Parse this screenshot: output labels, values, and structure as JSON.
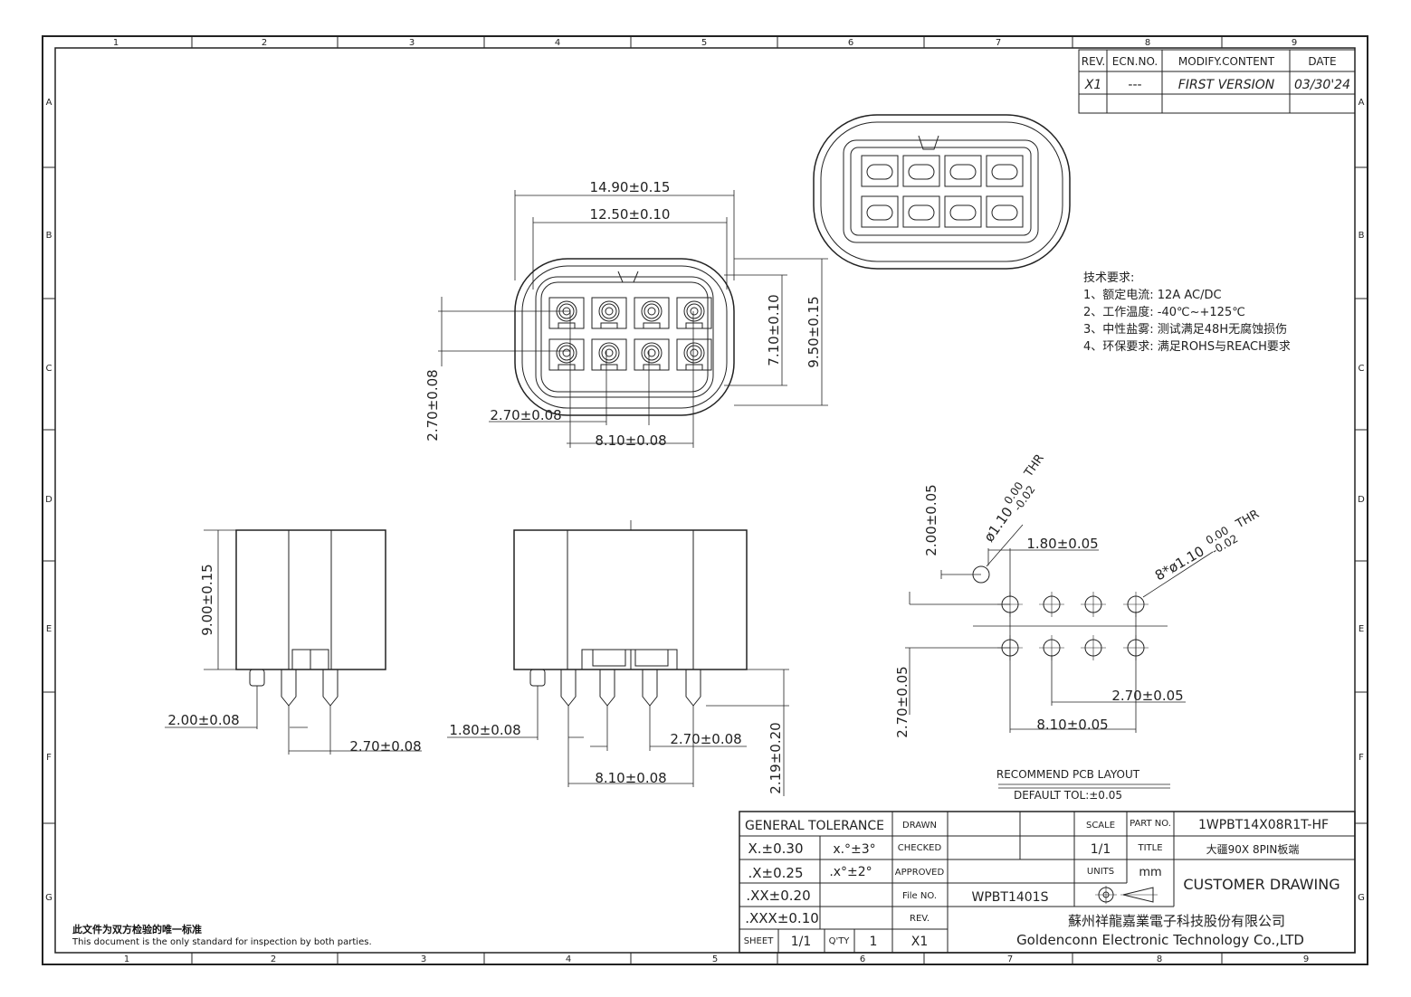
{
  "grid": {
    "cols_top": [
      "1",
      "2",
      "3",
      "4",
      "5",
      "6",
      "7",
      "8",
      "9"
    ],
    "cols_bottom": [
      "1",
      "2",
      "3",
      "4",
      "5",
      "6",
      "7",
      "8",
      "9"
    ],
    "rows": [
      "A",
      "B",
      "C",
      "D",
      "E",
      "F",
      "G"
    ]
  },
  "revision_table": {
    "headers": [
      "REV.",
      "ECN.NO.",
      "MODIFY.CONTENT",
      "DATE"
    ],
    "row": [
      "X1",
      "---",
      "FIRST VERSION",
      "03/30'24"
    ]
  },
  "front_view": {
    "overall_width": "14.90±0.15",
    "inner_width": "12.50±0.10",
    "inner_height": "7.10±0.10",
    "overall_height": "9.50±0.15",
    "pitch_h": "2.70±0.08",
    "span": "8.10±0.08",
    "pitch_v": "2.70±0.08"
  },
  "tech_notes": {
    "title": "技术要求:",
    "items": [
      "1、额定电流: 12A AC/DC",
      "2、工作温度: -40℃~+125℃",
      "3、中性盐雾: 测试满足48H无腐蚀损伤",
      "4、环保要求: 满足ROHS与REACH要求"
    ]
  },
  "side_view": {
    "height": "9.00±0.15",
    "pin_offset": "2.00±0.08",
    "pitch": "2.70±0.08"
  },
  "rear_view": {
    "offset": "1.80±0.08",
    "pitch": "2.70±0.08",
    "span": "8.10±0.08",
    "pin_length": "2.19±0.20"
  },
  "pcb_layout": {
    "hole_single": "ø1.10_{-0.02}^{0.00} THR",
    "hole_single_line1": "ø1.10",
    "hole_single_tol": "0.00",
    "hole_single_tol2": "-0.02",
    "hole_single_suffix": "THR",
    "hole_multi_line1": "8*ø1.10",
    "hole_multi_tol": "0.00",
    "hole_multi_tol2": "-0.02",
    "hole_multi_suffix": "THR",
    "dim_v1": "2.00±0.05",
    "dim_h1": "1.80±0.05",
    "dim_v2": "2.70±0.05",
    "dim_pitch": "2.70±0.05",
    "dim_span": "8.10±0.05",
    "title": "RECOMMEND PCB LAYOUT",
    "tol": "DEFAULT TOL:±0.05"
  },
  "title_block": {
    "general_tolerance": "GENERAL TOLERANCE",
    "tol_rows": [
      [
        "X.±0.30",
        "x.°±3°"
      ],
      [
        ".X±0.25",
        ".x°±2°"
      ],
      [
        ".XX±0.20",
        ""
      ],
      [
        ".XXX±0.10",
        ""
      ]
    ],
    "drawn": "DRAWN",
    "checked": "CHECKED",
    "approved": "APPROVED",
    "file_no_label": "File NO.",
    "file_no": "WPBT1401S",
    "rev_label": "REV.",
    "rev": "X1",
    "sheet_label": "SHEET",
    "sheet": "1/1",
    "qty_label": "Q'TY",
    "qty": "1",
    "scale_label": "SCALE",
    "scale": "1/1",
    "units_label": "UNITS",
    "units": "mm",
    "part_no_label": "PART NO.",
    "part_no": "1WPBT14X08R1T-HF",
    "title_label": "TITLE",
    "title": "大疆90X  8PIN板端",
    "customer_drawing": "CUSTOMER DRAWING",
    "company_cn": "蘇州祥龍嘉業電子科技股份有限公司",
    "company_en": "Goldenconn  Electronic  Technology  Co.,LTD"
  },
  "footer_note": {
    "cn": "此文件为双方检验的唯一标准",
    "en": "This document is the only standard for inspection by both parties."
  }
}
